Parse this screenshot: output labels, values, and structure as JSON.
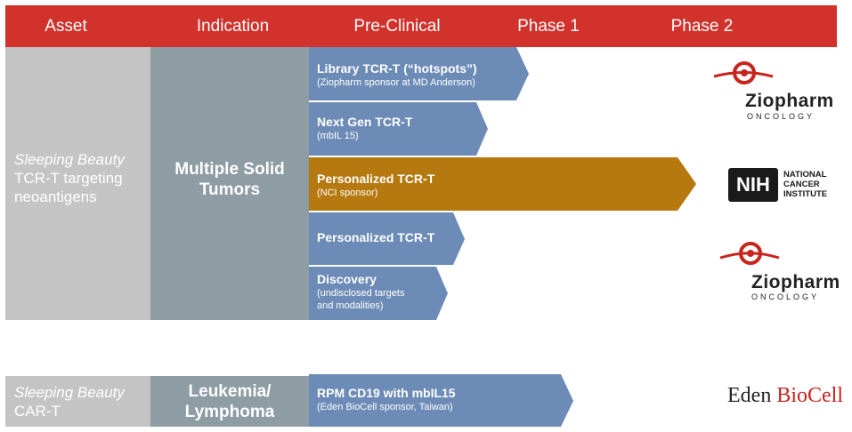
{
  "header": {
    "asset": "Asset",
    "indication": "Indication",
    "preclinical": "Pre-Clinical",
    "phase1": "Phase 1",
    "phase2": "Phase 2"
  },
  "colors": {
    "header_red": "#d2322c",
    "asset_gray": "#c4c4c4",
    "indication_gray": "#8e9ca3",
    "arrow_blue": "#6c8bb6",
    "arrow_gold": "#b5790f",
    "zio_red": "#c8231c"
  },
  "group1": {
    "asset_line1": "Sleeping Beauty",
    "asset_line2": "TCR-T targeting",
    "asset_line3": "neoantigens",
    "indication_line1": "Multiple Solid",
    "indication_line2": "Tumors",
    "programs": [
      {
        "title": "Library TCR-T (“hotspots”)",
        "subtitle": "(Ziopharm sponsor at MD Anderson)",
        "color": "#6c8bb6"
      },
      {
        "title": "Next Gen TCR-T",
        "subtitle": "(mbIL 15)",
        "color": "#6c8bb6"
      },
      {
        "title": "Personalized TCR-T",
        "subtitle": "(NCI sponsor)",
        "color": "#b5790f"
      },
      {
        "title": "Personalized TCR-T",
        "subtitle": "",
        "color": "#6c8bb6"
      },
      {
        "title": "Discovery",
        "subtitle": "(undisclosed targets",
        "subtitle2": "and modalities)",
        "color": "#6c8bb6"
      }
    ]
  },
  "group2": {
    "asset_line1": "Sleeping Beauty",
    "asset_line2": "CAR-T",
    "indication_line1": "Leukemia/",
    "indication_line2": "Lymphoma",
    "program": {
      "title": "RPM CD19 with mbIL15",
      "subtitle": "(Eden BioCell sponsor, Taiwan)",
      "color": "#6c8bb6"
    }
  },
  "logos": {
    "ziopharm_name": "Ziopharm",
    "ziopharm_sub": "ONCOLOGY",
    "nih_mark": "NIH",
    "nih_line1": "NATIONAL",
    "nih_line2": "CANCER",
    "nih_line3": "INSTITUTE",
    "eden_part1": "Eden ",
    "eden_part2": "BioCell"
  }
}
